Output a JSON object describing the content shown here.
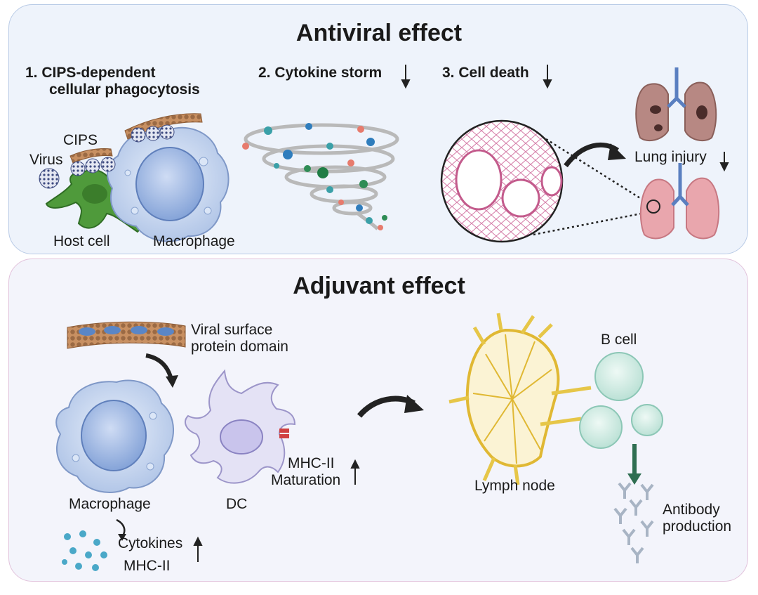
{
  "antiviral": {
    "title": "Antiviral effect",
    "step1_line1": "1.  CIPS-dependent",
    "step1_line2": "cellular phagocytosis",
    "step2": "2. Cytokine storm",
    "step3": "3. Cell death",
    "label_cips": "CIPS",
    "label_virus": "Virus",
    "label_host_cell": "Host cell",
    "label_macrophage": "Macrophage",
    "label_lung_injury": "Lung injury"
  },
  "adjuvant": {
    "title": "Adjuvant effect",
    "label_viral_line1": "Viral surface",
    "label_viral_line2": "protein domain",
    "label_macrophage": "Macrophage",
    "label_dc": "DC",
    "label_mhc_dc": "MHC-II",
    "label_maturation": "Maturation",
    "label_cytokines": "Cytokines",
    "label_mhc_mac": "MHC-II",
    "label_lymph_node": "Lymph node",
    "label_b_cell": "B cell",
    "label_antibody_line1": "Antibody",
    "label_antibody_line2": "production"
  },
  "colors": {
    "top_panel_bg": "#eef3fb",
    "bottom_panel_bg": "#f3f4fb",
    "macrophage": "#bcd0ee",
    "host_cell": "#4f9a3b",
    "lung_healthy": "#e9a6ad",
    "lung_injured": "#b78883",
    "lymph_node": "#e6c648",
    "b_cell": "#cdebe3"
  }
}
